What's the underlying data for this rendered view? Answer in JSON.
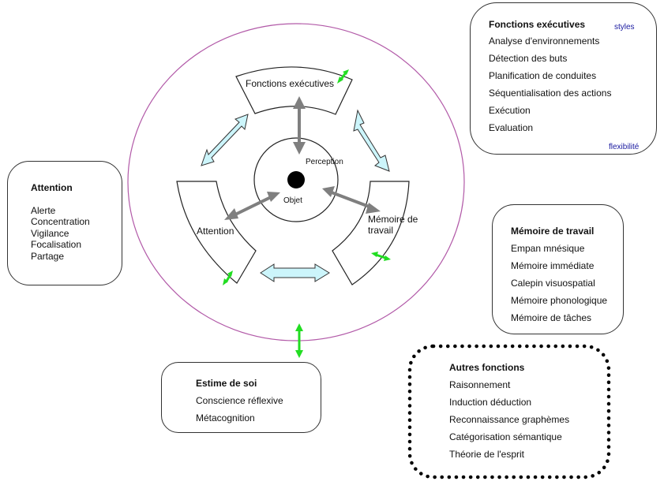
{
  "diagram": {
    "center": {
      "object_label": "Objet",
      "perception_label": "Perception"
    },
    "segments": {
      "top": "Fonctions exécutives",
      "left": "Attention",
      "right_line1": "Mémoire de",
      "right_line2": "travail"
    },
    "colors": {
      "outer_circle": "#b25aa8",
      "gray_arrow": "#7f7f7f",
      "light_arrow_fill": "#ccf5fb",
      "green_arrow": "#22dd22"
    }
  },
  "boxes": {
    "executive": {
      "title": "Fonctions exécutives",
      "items": [
        "Analyse d'environnements",
        "Détection des buts",
        "Planification de conduites",
        "Séquentialisation des actions",
        "Exécution",
        "Evaluation"
      ],
      "styles_label": "styles",
      "flexibility_label": "flexibilité"
    },
    "attention": {
      "title": "Attention",
      "items": [
        "Alerte",
        "Concentration",
        "Vigilance",
        "Focalisation",
        "Partage"
      ]
    },
    "working_memory": {
      "title": "Mémoire de travail",
      "items": [
        "Empan mnésique",
        "Mémoire immédiate",
        "Calepin visuospatial",
        "Mémoire phonologique",
        "Mémoire de tâches"
      ]
    },
    "self_esteem": {
      "title": "Estime de soi",
      "items": [
        "Conscience réflexive",
        "Métacognition"
      ]
    },
    "other": {
      "title": "Autres fonctions",
      "items": [
        "Raisonnement",
        "Induction déduction",
        "Reconnaissance graphèmes",
        "Catégorisation sémantique",
        "Théorie de l'esprit"
      ]
    }
  }
}
